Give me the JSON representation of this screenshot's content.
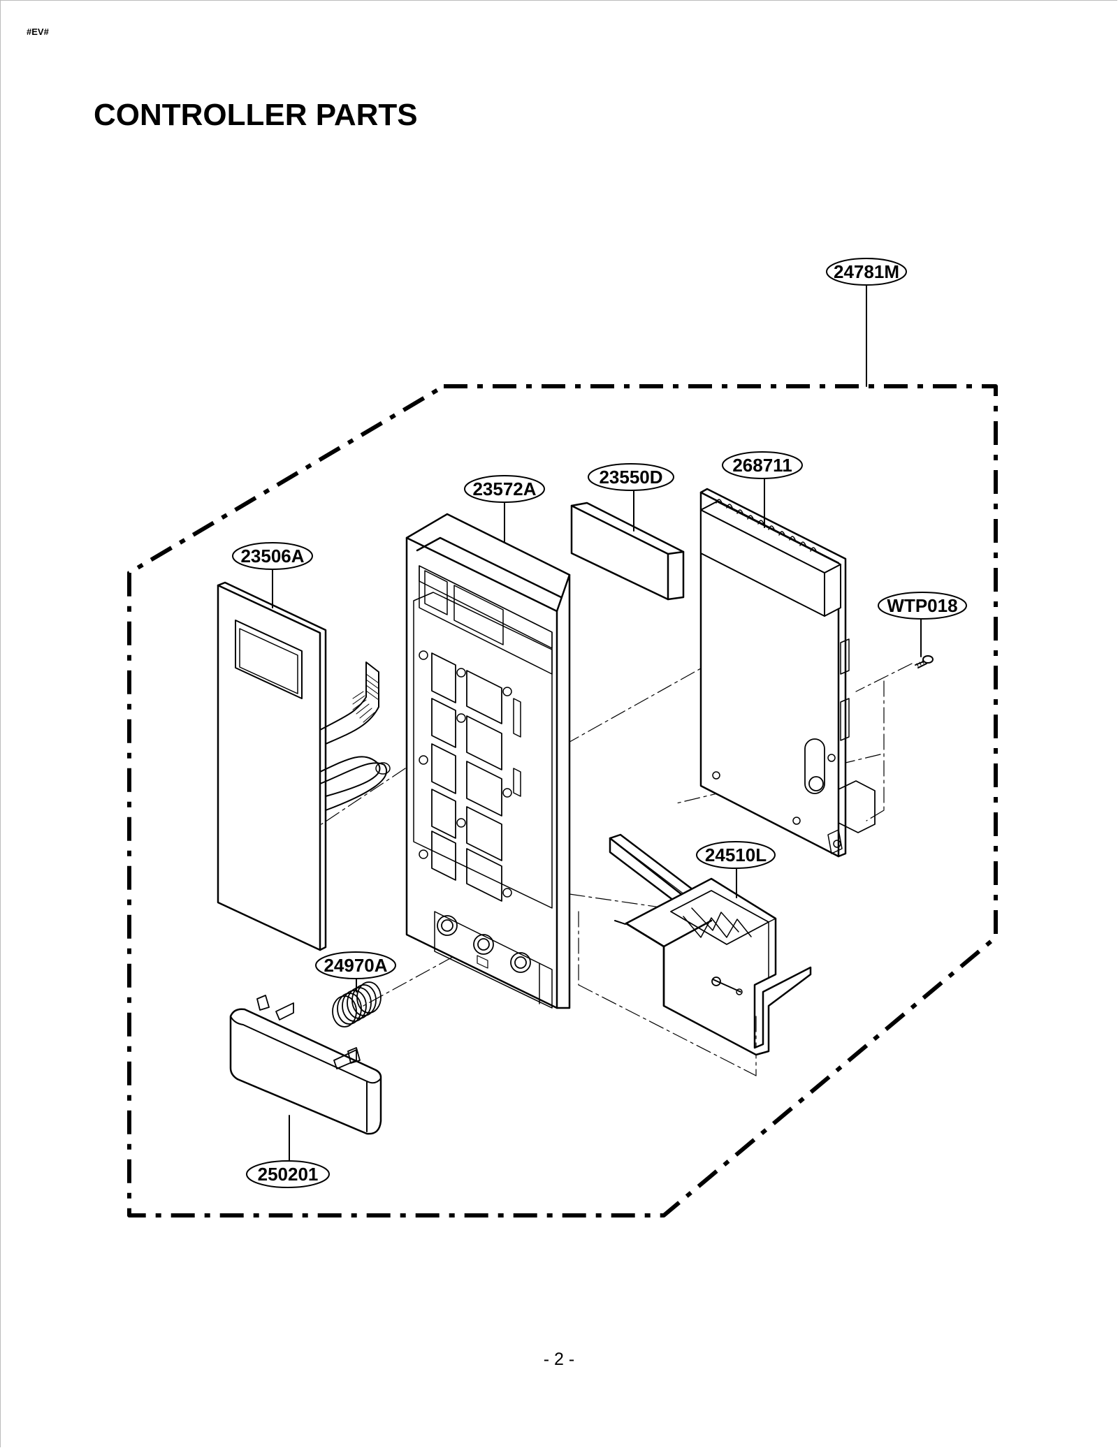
{
  "header": {
    "doc_code": "#EV#",
    "title": "CONTROLLER PARTS"
  },
  "footer": {
    "page_number": "- 2 -"
  },
  "diagram": {
    "callouts": [
      {
        "id": "assembly",
        "label": "24781M"
      },
      {
        "id": "membrane",
        "label": "23506A"
      },
      {
        "id": "panel",
        "label": "23572A"
      },
      {
        "id": "window",
        "label": "23550D"
      },
      {
        "id": "pcb",
        "label": "268711"
      },
      {
        "id": "screw",
        "label": "WTP018"
      },
      {
        "id": "lever",
        "label": "24510L"
      },
      {
        "id": "spring",
        "label": "24970A"
      },
      {
        "id": "button",
        "label": "250201"
      }
    ]
  }
}
